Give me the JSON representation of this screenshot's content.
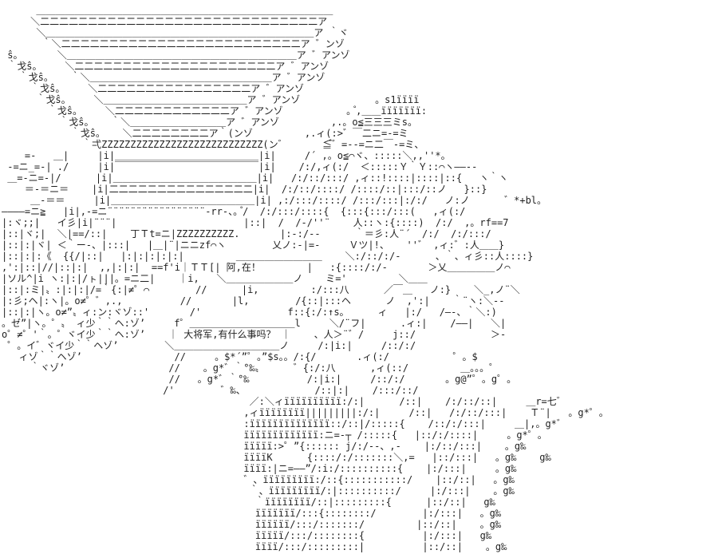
{
  "meta": {
    "background_color": "#ffffff",
    "ink_color": "#1f1f1f"
  },
  "dialogue": {
    "bubble_1": "阿,在！",
    "bubble_2": "大将军,有什么事吗？"
  },
  "ascii_art": {
    "lines": [
      "      ＿＿＿＿＿＿＿＿＿＿＿＿＿＿＿＿＿＿＿＿＿＿＿＿＿＿＿＿＿＿＿",
      "     ＼二二二二二二二二二二二二二二二二二二二二二二二二二二二二二ア",
      "      ＼＿＿＿＿＿＿＿＿＿＿＿＿＿＿＿＿＿＿＿＿＿＿＿＿＿＿＿＿ア ｀ヾ",
      "       ｀＼二二二二二二二二二二二二二二二二二二二二二二二二二ア ゛ンゾ",
      " ŝ。      ＼＿＿＿＿＿＿＿＿＿＿＿＿＿＿＿＿＿＿＿＿＿＿＿＿ア ゛アンゾ",
      " ｀戈ŝ。    ＼二二二二二二二二二二二二二二二二二二二二二ア ゛アンゾ",
      "   ｀戈ŝ。   ｀＼＿＿＿＿＿＿＿＿＿＿＿＿＿＿＿＿＿＿＿ア ゛アンゾ",
      "     ｀戈ŝ。    ＼二二二二二二二二二二二二二二二二ア ゛アンゾ",
      "      ｀戈ŝ。    ＼＿＿＿＿＿＿＿＿＿＿＿＿＿＿＿ア ゛アンゾ             。s1ïïïï",
      "        ｀戈ŝ。    ＼二二二二二二二二二二二二ア ゛アンゾ           。゚,＿＿ïïïïïïï:",
      "          ｀戈ŝ。   ｀＼＿＿＿＿＿＿＿＿＿＿ア ゛アンゾ         ,.。o≦三三三ミs。",
      "            ｀戈ŝ。   ＼二二二二二二二二ア｀(ンゾ         ,.ィ(:>゛￣二ニ=-=ミ",
      "              ｀弌ZZZZZZZZZZZZZZZZZZZZZZZZZZZZ(ン゛      ≦゙゙゛=--=ニ二￣‐=ミ、",
      "    =-   ＿|     |i|＿＿＿＿＿＿＿＿＿＿＿＿＿＿＿|i|     /´ ,。o≦⌒ヾ、:::::＼,,''*。",
      " -=ニ_=-| ./     |i|￣￣￣￣￣￣￣￣￣￣￣￣￣￣￣|i|    /:/,ィ(:/  ＜:::::Ｙ｀Ｙ::⌒ヽ――--",
      " ＿=-ニ=-|/      |i|＿＿＿＿＿＿＿＿＿＿＿＿＿＿＿|i|   /:/::/:::/ ,ィ::!::::|::::|::{   ヽ｀ヽ",
      "    ＝-＝ニ＝    |i|二二二二二二二二二二二二二二二|i|  /:/::/::::/ /::::/::|:::/::ノ   }::}",
      "     ＿-＝＝     |i|＿＿＿＿＿＿＿＿＿＿＿＿＿＿＿|i| ,:/:::/::::/ /:::/:::|:/:/   ノ:ノ      ゛*+bl。",
      "――――=ニ≧   |i|,-=ニ¨¨¨¨¨¨¨¨¨¨¨¨¨¨¨¨¨‐rr‐、。゚/  /:/:::/::::{  {:::{:::/:::(   ,ィ(:/",
      "|:ヾ;;|   イ彡|i|¨¨¨|                      |::|  /  /‐/''¨    人::ヽ:{::::)  /:/  ,。rf==7",
      "|::|ヾ;|  ＼|==/::|    丁Ｔt=ニ|ZZZZZZZZZZ.       |:‐:/--      ｀＝彡:人¨´  /:/  /:/:::/",
      "|::|:|ヾ| ＜｀ー-、|:::|   |＿|¨|ニニzf⌒ヽ        乂ノ:‐|=‐     Ｖツ|!、   ''゛ ,ィ:゛:人＿＿}",
      "|::|:|:《  {{/|::|   |:|:|:|:|:|         ＿＿＿＿＿＿＿＿＿    ＼:/::/:/‐      、｀、ィ彡::人::::}",
      ",':|::|//|::|:|  ,,|:|:|  ==f'i｜ＴＴ[| 阿,在！        |   :{::::/:/‐       ＞乂＿＿＿＿＿ノ⌒",
      "|ソル^|i ヽ:|:|/ㇳ|||。=ニ二|    ｜i,   ＼＿＿＿＿＿＿＿ノ    ミ='         ＼＿＿",
      "|::|:ミ|〟:|:|:|/=｀{:|≠゜⌒        //      |i,         :/:::八      ／￣＿   ノ:}    ＼_,ノ¨＼",
      "|:彡;ヘ|:ヽ|。ο≠゜゛,.,          //       |l,        /{::|:::ヘ      ノ  ,':|    ｀¨ヽ:＼‐-",
      "|::|:|ヽ。o≠”〟ィ:ン:ヾゾ::'       /'               f::{:/:↑s。     ィ   |:/   /―-、｀＼:)",
      "。ゼ”|ヽ。゜〟 ィ少｀｀ヘ:ゾ’     f゜＿＿＿＿＿＿＿＿＿＿＿l     ＼/¨フ|      .ィ:|    /――|   ＼|",
      "o゜≠゜'｀。゜ヾイ少｀｀ヘ:ゾ’    ｜ 大将军,有什么事吗？ ｜    、人＞¨゛/     j::/             ＞‐",
      " ゜。イ゛ヾイ少｀｀ヘゾ’        ＼＿＿＿＿＿＿＿＿＿＿＿ノ     /:|i:|     /::/:/",
      "   ィゾ｀｀ヘゾ’                //     。$*´”゜。”$s。。/:{/       .ィ(:/           ゜。$",
      "     ｀ヾゾ’                  //    。g*゛｀°‰〟     ゛{:/:八      ,ィ(::/         ＿。。。゜",
      "                             //   。g*゛｀°‰          /:|i:|     /::/:/       。g@”゜。g゜。",
      "                            /'        ゛‰、            /::|:|    /:::/::/",
      "                                           ／:＼ィïïïïïïïïïï:/:|      /::|    /:/::/::|     ＿r=七゛",
      "                                          ,ィïïïïïïïï|||||||||:/:|     /::|   /:/::/:::|    Ｔ¨|   。g*゜。",
      "                                          :ïïïïïïïïïïïïïï::/::|/:::::{    /::/:/:::|     ＿|,。g*゛",
      "                                          ïïïïïïïïïïïïï:ニ=‐┬ /:::::{   |::/:/::::|     。g*゜。",
      "                                          ïïïïï:>゜”{:::::: j/:/‐-、,‐    |:/::/:::|    。g‰",
      "                                          ïïïïK      {::::/:/:::::::＼,=   |::/:::|   。g‰    g‰",
      "                                          ïïïï:|ニ=――”/:i:/::::::::::{    |:/:::|     。g‰",
      "                                          ゛、ïïïïïïïïï:/::{:::::::::::/    |::/::|   。g‰",
      "                                           ｀、ïïïïïïïïï/:|::::::::::/     |:/:::|    。g‰",
      "                                            ｀ïïïïïïïï/::|:::::::::{      |::/::|   g‰",
      "                                            ïïïïïïï/:::{::::::::/        |:/:::|   。g‰",
      "                                            ïïïïïï/:::/:::::::/         |::/::|    。g‰",
      "                                            ïïïïï/:::/::::::::{          |:/:::|   g‰",
      "                                            ïïïï/:::/:::::::::|          |::/::|    。g‰"
    ]
  }
}
